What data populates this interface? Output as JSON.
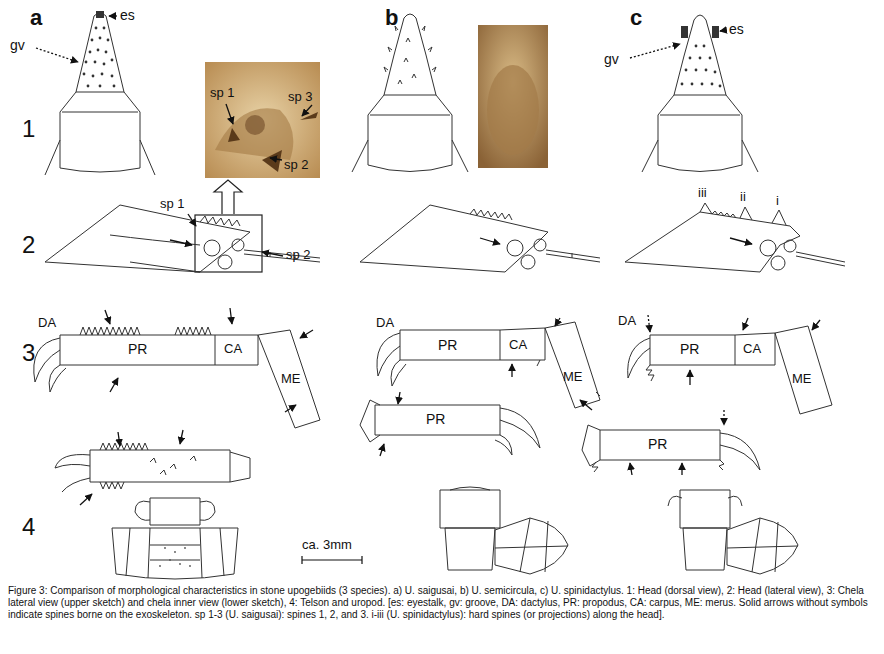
{
  "diagram": {
    "caption": "Figure 3: Comparison of morphological characteristics in stone upogebiids (3 species). a) U. saigusai, b) U. semicircula, c) U. spinidactylus. 1: Head (dorsal view), 2: Head (lateral view), 3: Chela lateral view (upper sketch) and chela inner view (lower sketch), 4: Telson and uropod. [es: eyestalk, gv: groove, DA: dactylus, PR: propodus, CA: carpus, ME: merus. Solid arrows without symbols indicate spines borne on the exoskeleton. sp 1-3 (U. saigusai): spines 1, 2, and 3. i-iii (U. spinidactylus): hard spines (or projections) along the head].",
    "labels": [
      "a",
      "es",
      "gv",
      "b",
      "c",
      "es",
      "gv",
      "1",
      "sp 1",
      "sp 3",
      "sp 2",
      "2",
      "sp 1",
      "sp 2",
      "iii",
      "ii",
      "i",
      "3",
      "DA",
      "PR",
      "CA",
      "ME",
      "DA",
      "PR",
      "CA",
      "ME",
      "DA",
      "PR",
      "CA",
      "ME",
      "PR",
      "PR",
      "4",
      "ca. 3mm"
    ]
  }
}
